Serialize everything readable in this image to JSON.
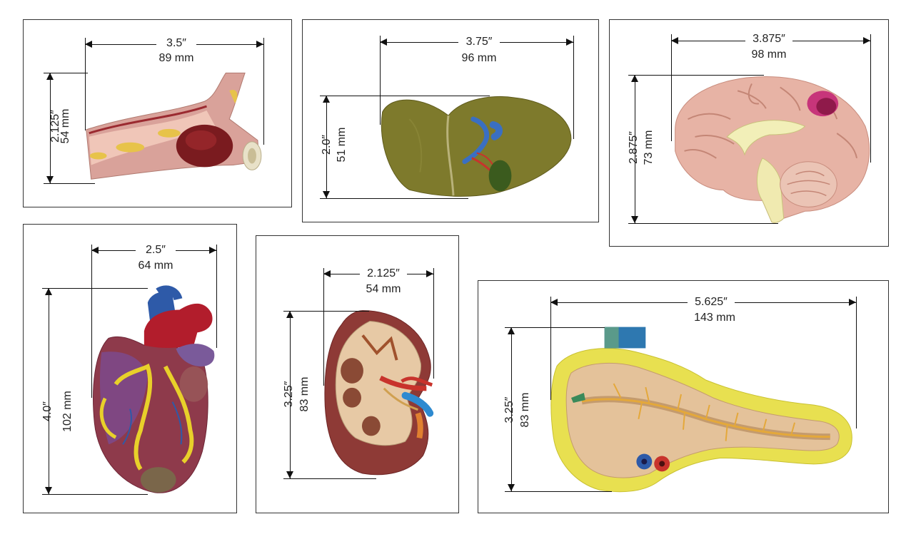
{
  "panels": [
    {
      "id": "artery",
      "width_in": "3.5″",
      "width_mm": "89 mm",
      "height_in": "2.125″",
      "height_mm": "54 mm"
    },
    {
      "id": "liver",
      "width_in": "3.75″",
      "width_mm": "96 mm",
      "height_in": "2.0″",
      "height_mm": "51 mm"
    },
    {
      "id": "brain",
      "width_in": "3.875″",
      "width_mm": "98 mm",
      "height_in": "2.875″",
      "height_mm": "73 mm"
    },
    {
      "id": "heart",
      "width_in": "2.5″",
      "width_mm": "64 mm",
      "height_in": "4.0″",
      "height_mm": "102 mm"
    },
    {
      "id": "kidney",
      "width_in": "2.125″",
      "width_mm": "54 mm",
      "height_in": "3.25″",
      "height_mm": "83 mm"
    },
    {
      "id": "pancreas",
      "width_in": "5.625″",
      "width_mm": "143 mm",
      "height_in": "3.25″",
      "height_mm": "83 mm"
    }
  ],
  "colors": {
    "border": "#333333",
    "line": "#111111"
  }
}
